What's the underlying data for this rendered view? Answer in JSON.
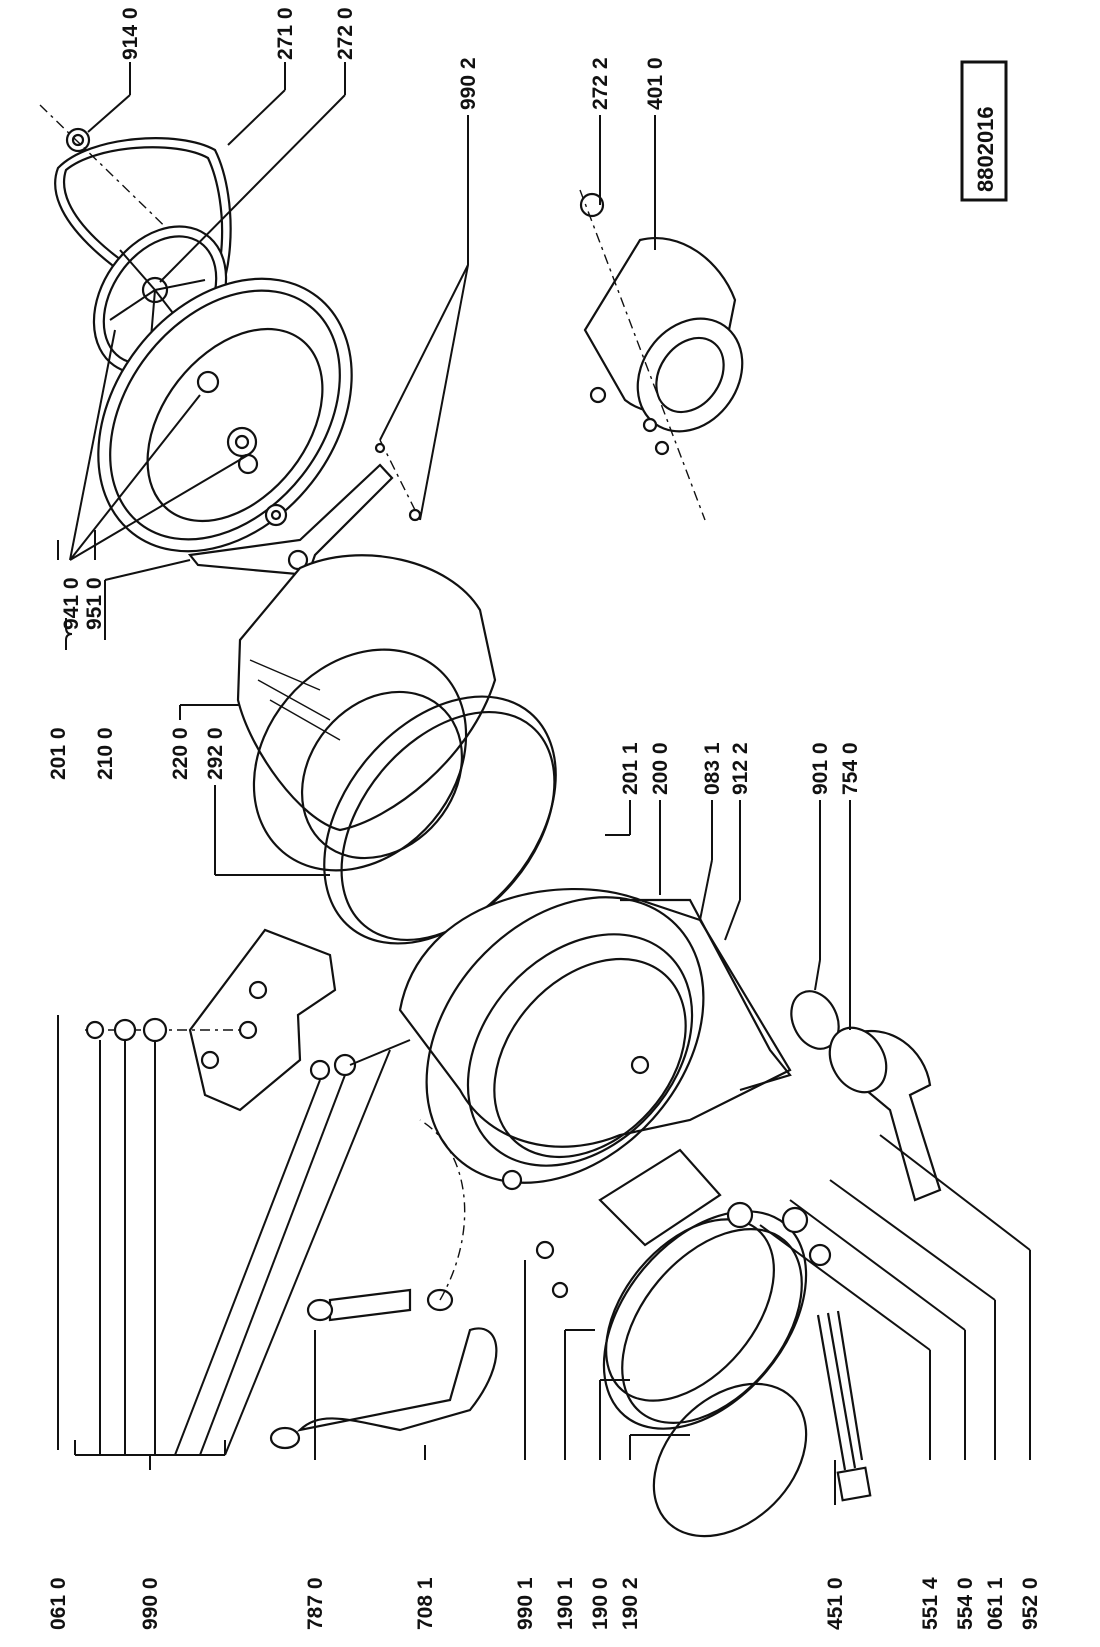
{
  "document_id": "8802016",
  "labels_top": [
    "914 0",
    "271 0",
    "272 0",
    "990 2",
    "272 2",
    "401 0"
  ],
  "labels_mid": [
    "941 0",
    "951 0",
    "201 0",
    "210 0",
    "220 0",
    "292 0",
    "201 1",
    "200 0",
    "083 1",
    "912 2",
    "901 0",
    "754 0"
  ],
  "labels_bottom": [
    "061 0",
    "990 0",
    "787 0",
    "708 1",
    "990 1",
    "190 1",
    "190 0",
    "190 2",
    "451 0",
    "551 4",
    "554 0",
    "061 1",
    "952 0"
  ]
}
